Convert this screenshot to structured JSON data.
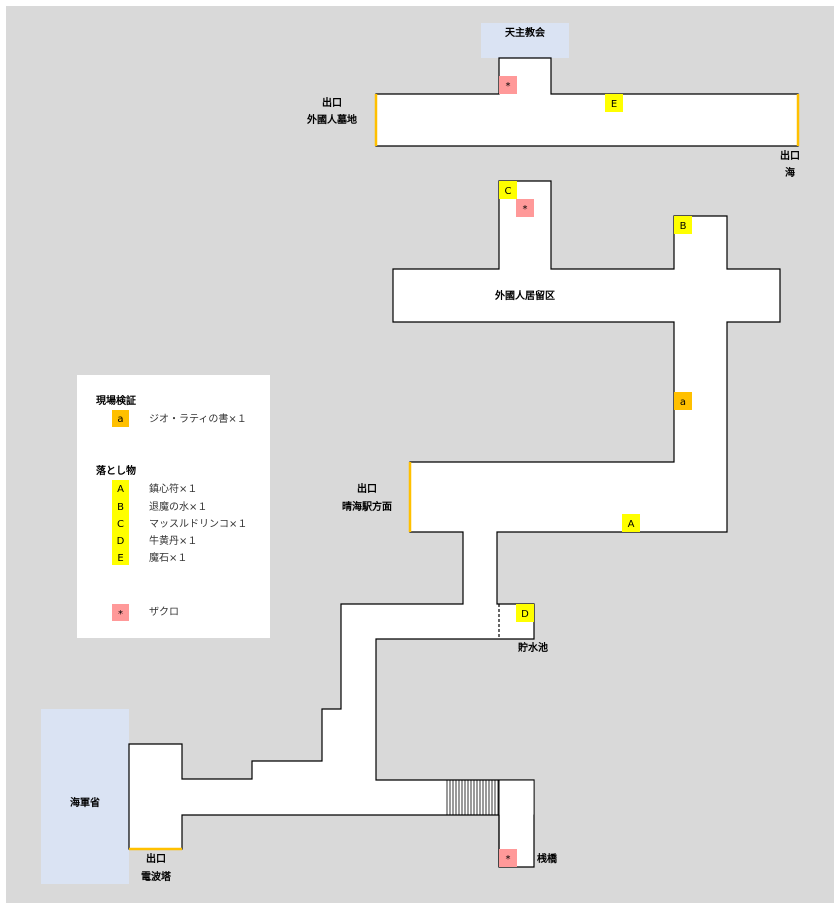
{
  "colors": {
    "background": "#d9d9d9",
    "floor": "#ffffff",
    "item_marker": "#ffff00",
    "evidence_marker": "#ffc000",
    "enemy_marker": "#ff9999",
    "building": "#dae3f3",
    "exit_edge": "#ffc000"
  },
  "buildings": {
    "cathedral": "天主教会",
    "navy": "海軍省"
  },
  "labels": {
    "exit_word": "出口",
    "foreign_cemetery": "外國人墓地",
    "sea": "海",
    "settlement": "外國人居留区",
    "harumi_station": "晴海駅方面",
    "reservoir": "貯水池",
    "radio_tower": "電波塔",
    "pier": "桟橋"
  },
  "markers": {
    "a": "a",
    "A": "A",
    "B": "B",
    "C": "C",
    "D": "D",
    "E": "E",
    "enemy": "*"
  },
  "legend": {
    "evidence_title": "現場検証",
    "evidence": [
      {
        "key": "a",
        "text": "ジオ・ラティの書×１"
      }
    ],
    "drops_title": "落とし物",
    "drops": [
      {
        "key": "A",
        "text": "鎮心符×１"
      },
      {
        "key": "B",
        "text": "退魔の水×１"
      },
      {
        "key": "C",
        "text": "マッスルドリンコ×１"
      },
      {
        "key": "D",
        "text": "牛黄丹×１"
      },
      {
        "key": "E",
        "text": "魔石×１"
      }
    ],
    "enemy_key": "*",
    "enemy_text": "ザクロ"
  }
}
